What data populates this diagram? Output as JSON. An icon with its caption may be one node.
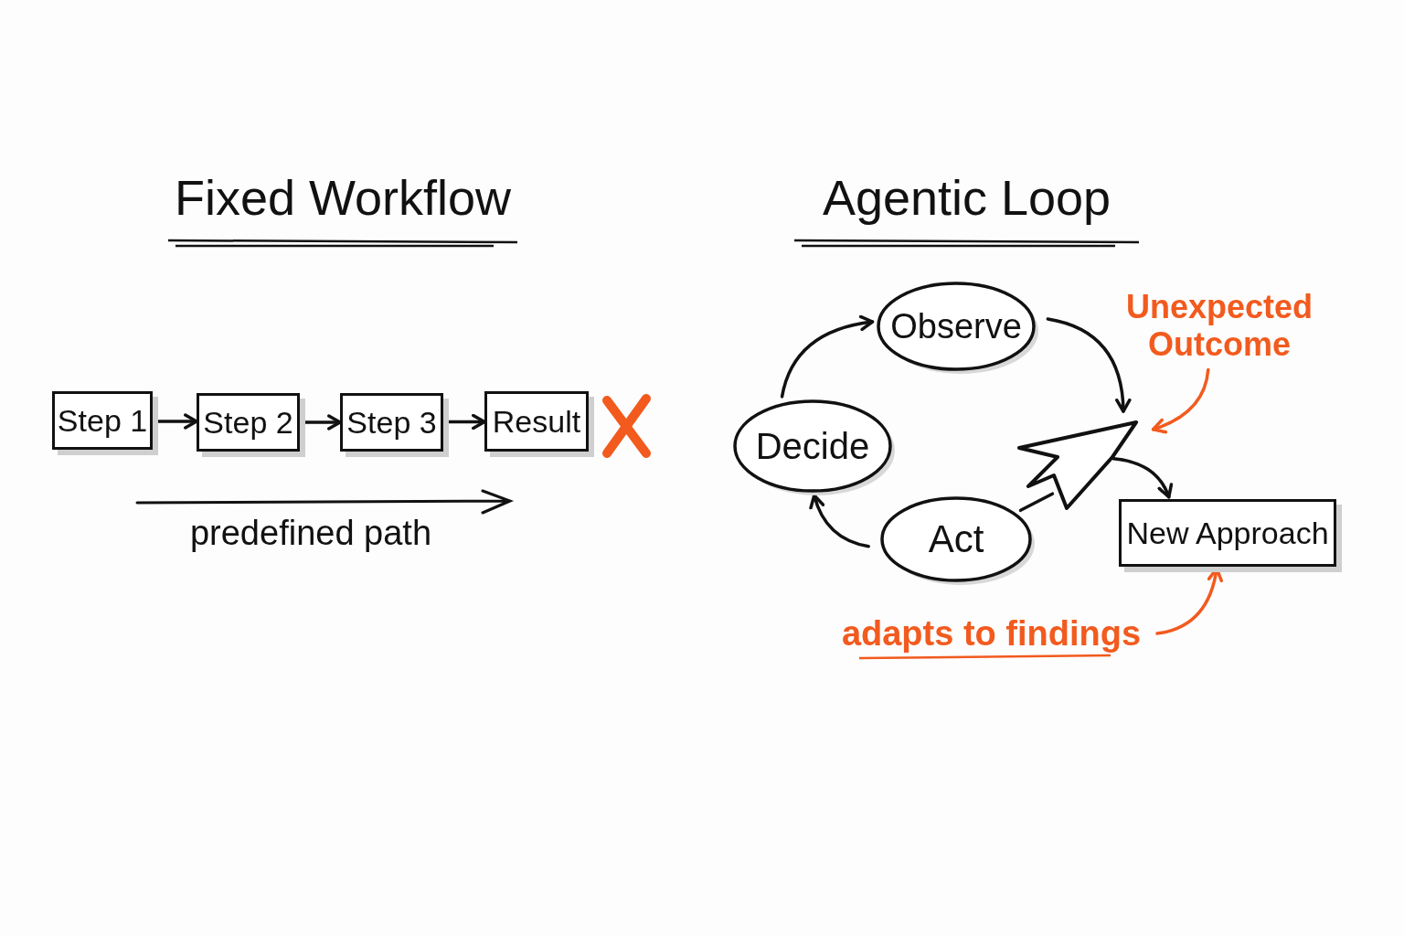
{
  "diagram": {
    "nodes": [
      {
        "text": [
          "Step 1"
        ]
      },
      {
        "text": [
          "Step 2"
        ]
      },
      {
        "text": [
          "Step 3"
        ]
      },
      {
        "text": [
          "Result"
        ]
      },
      {
        "text": [
          "Observe"
        ]
      },
      {
        "text": [
          "Decide"
        ]
      },
      {
        "text": [
          "Act"
        ]
      },
      {
        "text": [
          "New Approach"
        ]
      },
      {
        "text": [],
        "shape": "arrow"
      },
      {
        "text": [
          "Unexpected Outcome"
        ]
      },
      {
        "text": [
          "adapts to findings"
        ]
      }
    ],
    "edges": [
      {
        "from": 0,
        "to": 1,
        "arrow": "to"
      },
      {
        "from": 1,
        "to": 2,
        "arrow": "to"
      },
      {
        "from": 2,
        "to": 3,
        "arrow": "to"
      },
      {
        "from": 4,
        "to": 8,
        "arrow": "to"
      },
      {
        "from": 6,
        "to": 5,
        "arrow": "to"
      },
      {
        "from": 5,
        "to": 4,
        "arrow": "to"
      },
      {
        "from": 6,
        "to": 8,
        "arrow": "none"
      },
      {
        "from": 8,
        "to": 7,
        "arrow": "to"
      },
      {
        "from": 9,
        "to": 8,
        "arrow": "to",
        "color": "#f25a1e"
      },
      {
        "from": 10,
        "to": 7,
        "arrow": "to",
        "color": "#f25a1e"
      }
    ],
    "labels": [
      "Fixed Workflow",
      "Agentic Loop",
      "predefined path"
    ]
  }
}
